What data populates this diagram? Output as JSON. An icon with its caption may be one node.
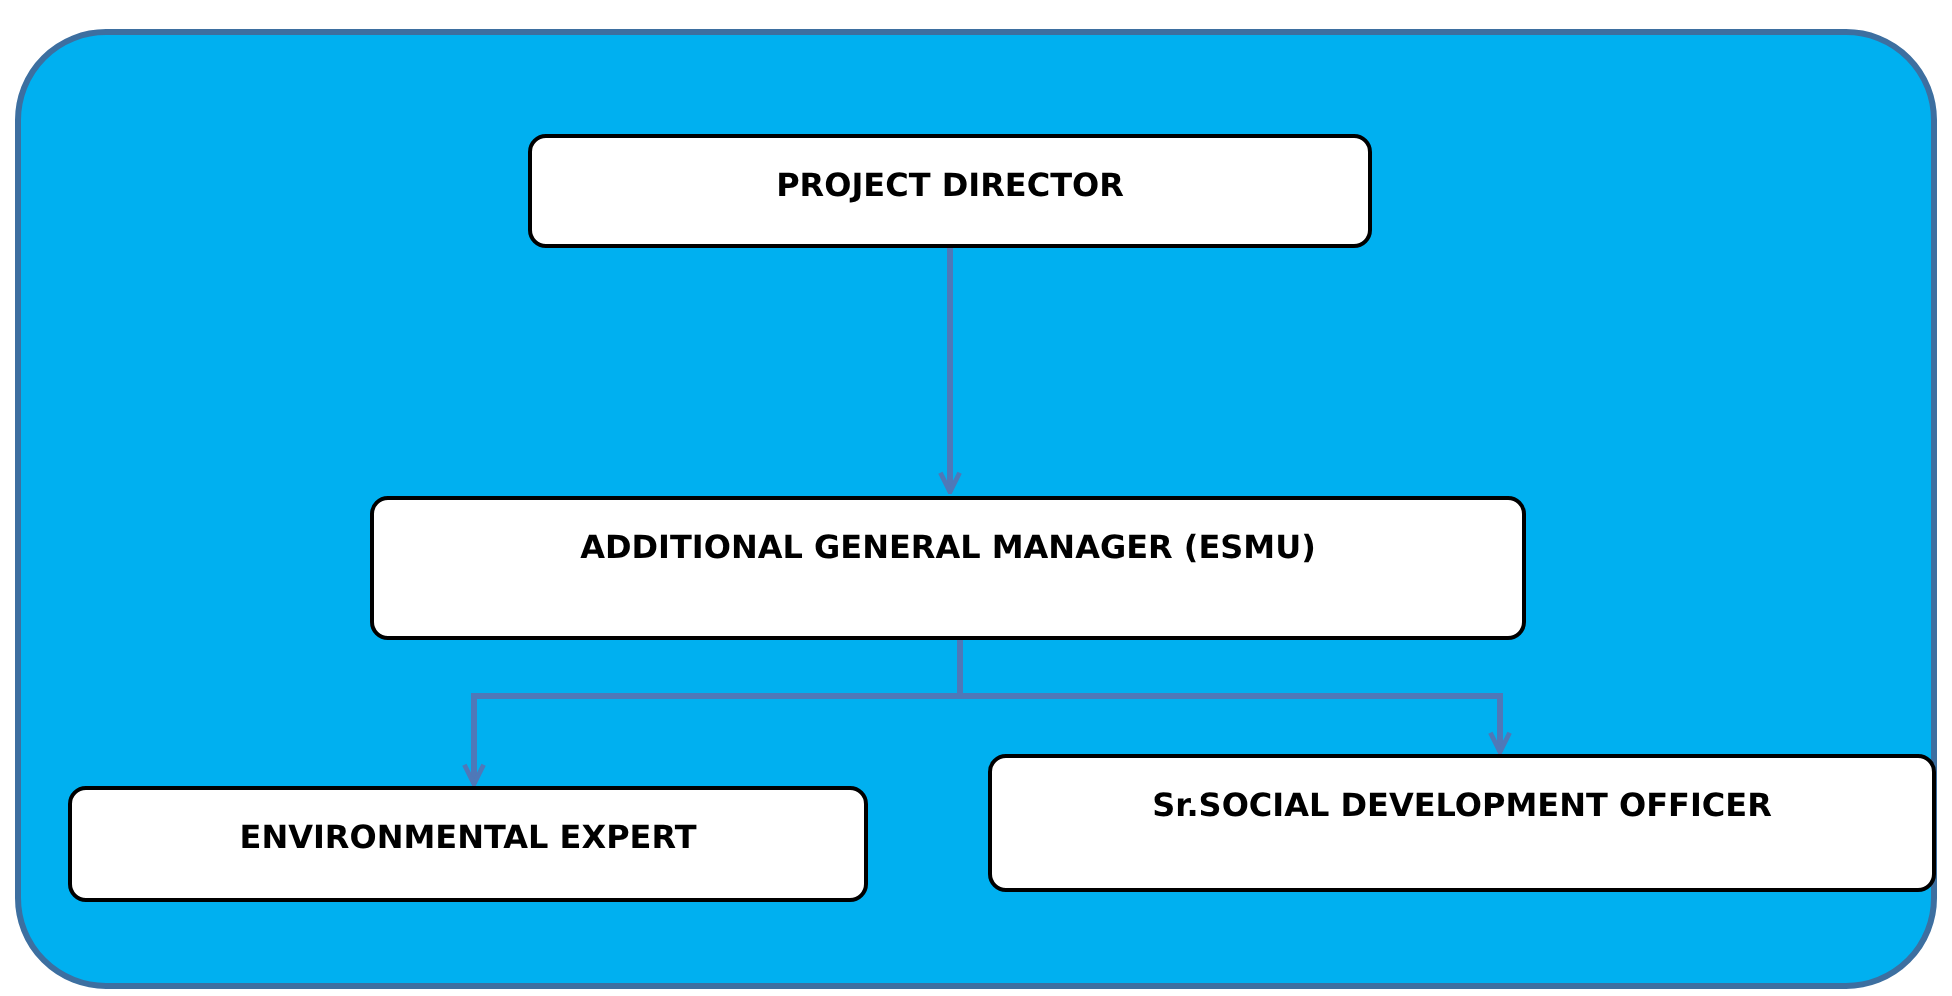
{
  "diagram": {
    "nodes": [
      {
        "text": [
          "PROJECT DIRECTOR"
        ]
      },
      {
        "text": [
          "ADDITIONAL GENERAL MANAGER (ESMU)"
        ]
      },
      {
        "text": [
          "ENVIRONMENTAL EXPERT"
        ]
      },
      {
        "text": [
          "Sr.SOCIAL DEVELOPMENT OFFICER"
        ]
      }
    ],
    "edges": [
      {
        "from": 0,
        "to": 1,
        "arrow": "to"
      },
      {
        "from": 1,
        "to": 2,
        "arrow": "to"
      },
      {
        "from": 1,
        "to": 3,
        "arrow": "to"
      }
    ]
  }
}
